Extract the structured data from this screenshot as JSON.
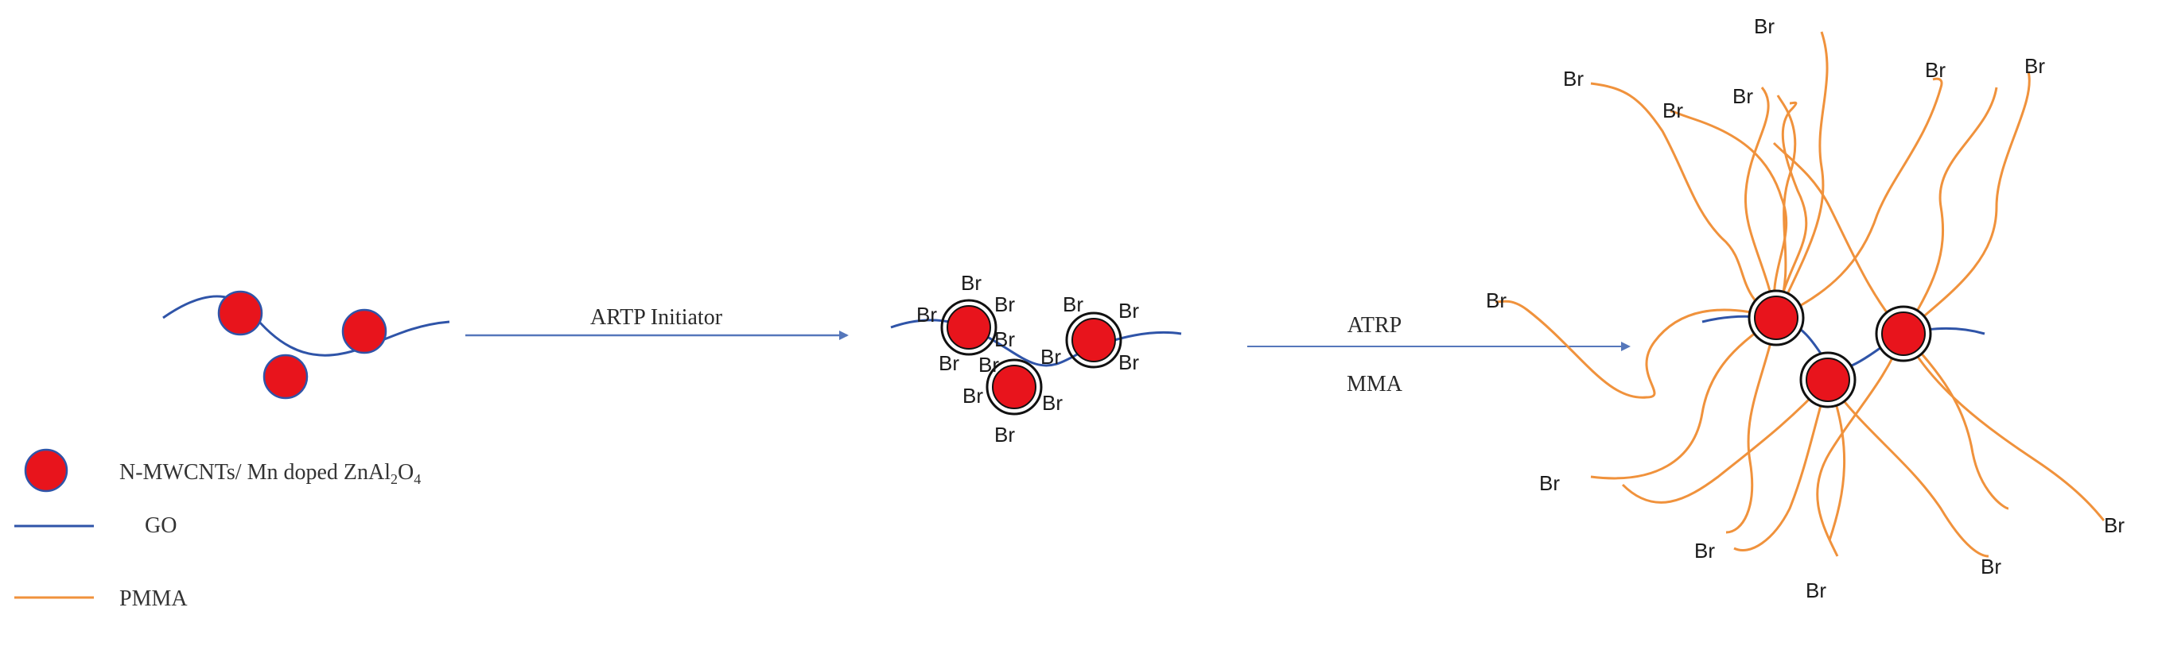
{
  "step1_label": "ARTP Initiator",
  "step2_label_top": "ATRP",
  "step2_label_bottom": "MMA",
  "br_label": "Br",
  "legend": {
    "particle_label": "N-MWCNTs/ Mn doped ZnAl",
    "particle_sub1": "2",
    "particle_mid": "O",
    "particle_sub2": "4",
    "go_label": "GO",
    "pmma_label": "PMMA"
  },
  "colors": {
    "particle": "#e8141c",
    "go": "#2f54a8",
    "pmma": "#f0923c",
    "arrow": "#5577bb"
  }
}
